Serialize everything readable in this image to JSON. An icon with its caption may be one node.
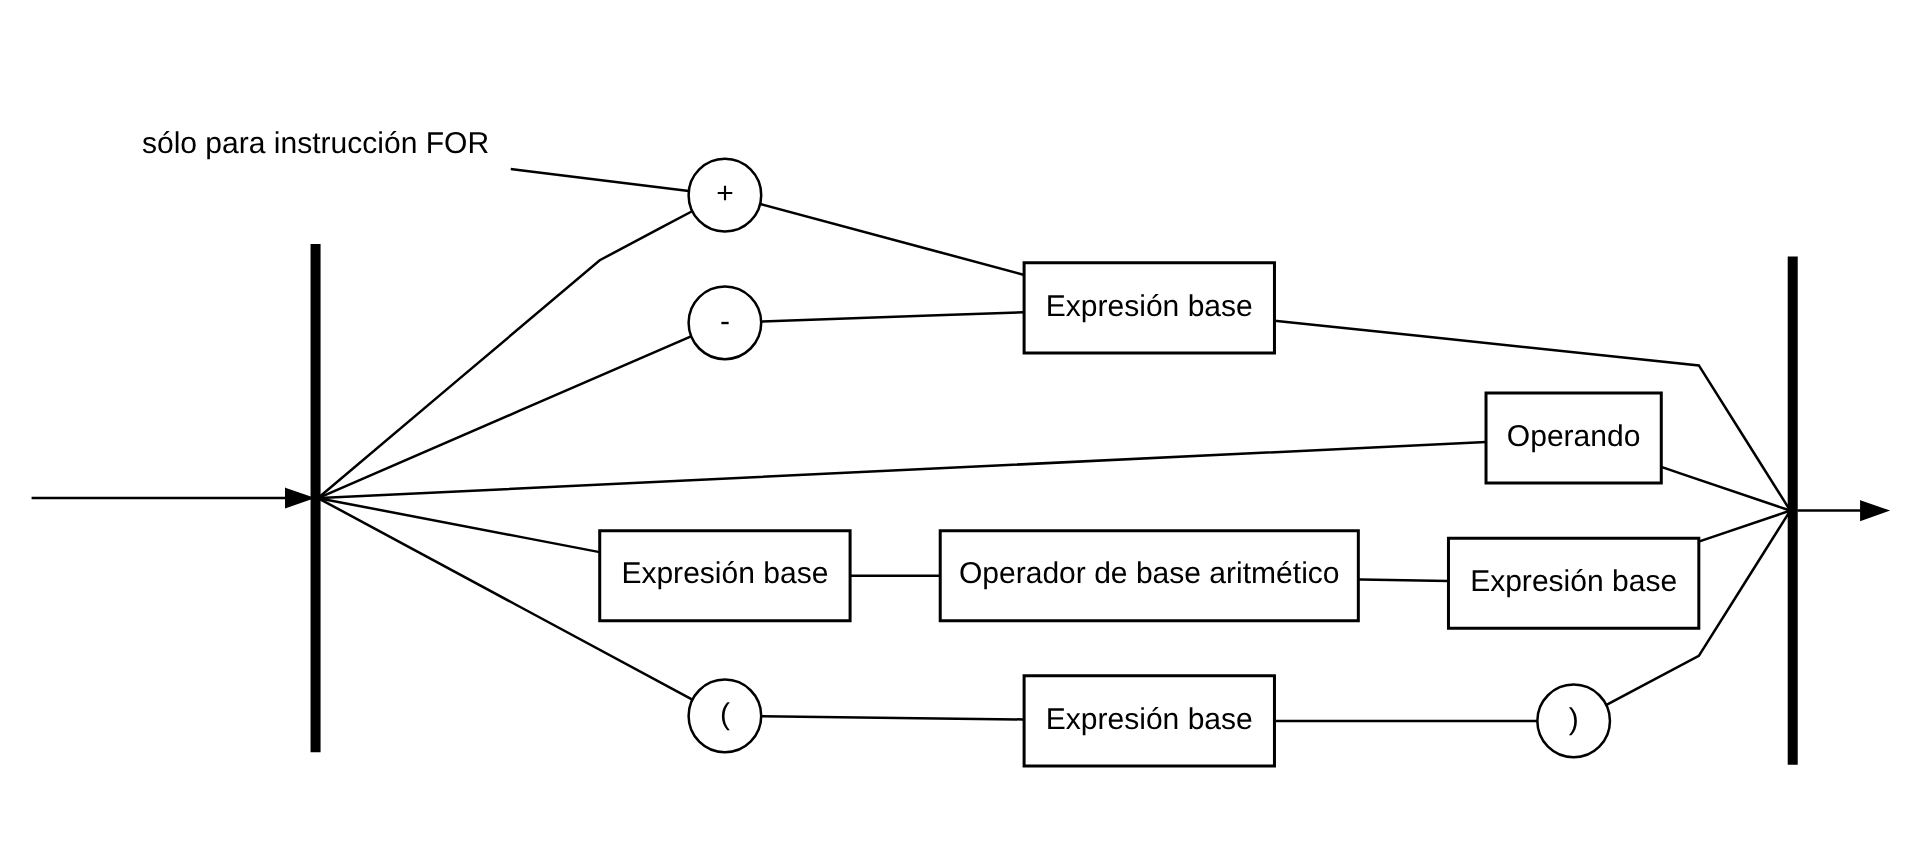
{
  "diagram": {
    "nodes": [
      {
        "text": [],
        "shape": "bar"
      },
      {
        "text": [
          "Operando"
        ]
      },
      {
        "text": [
          "Expresión base"
        ]
      },
      {
        "text": [
          "Operador de base aritmético"
        ]
      },
      {
        "text": [
          "Expresión base"
        ]
      },
      {
        "text": [
          "sólo para instrucción FOR"
        ]
      },
      {
        "text": [
          "+"
        ]
      },
      {
        "text": [
          "-"
        ]
      },
      {
        "text": [
          "Expresión base"
        ]
      },
      {
        "text": [
          "("
        ]
      },
      {
        "text": [
          "Expresión base"
        ]
      },
      {
        "text": [
          ")"
        ]
      },
      {
        "text": [],
        "shape": "bar"
      }
    ],
    "edges": [
      {
        "from": null,
        "to": 0,
        "arrow": "to"
      },
      {
        "from": 0,
        "to": 1,
        "arrow": "none"
      },
      {
        "from": 1,
        "to": 12,
        "arrow": "none"
      },
      {
        "from": 0,
        "to": 2,
        "arrow": "none"
      },
      {
        "from": 2,
        "to": 3,
        "arrow": "none"
      },
      {
        "from": 3,
        "to": 4,
        "arrow": "none"
      },
      {
        "from": 4,
        "to": 12,
        "arrow": "none"
      },
      {
        "from": 5,
        "to": 6,
        "arrow": "none"
      },
      {
        "from": 0,
        "to": 6,
        "arrow": "none"
      },
      {
        "from": 0,
        "to": 7,
        "arrow": "none"
      },
      {
        "from": 6,
        "to": 8,
        "arrow": "none"
      },
      {
        "from": 7,
        "to": 8,
        "arrow": "none"
      },
      {
        "from": 8,
        "to": 12,
        "arrow": "none"
      },
      {
        "from": 0,
        "to": 9,
        "arrow": "none"
      },
      {
        "from": 9,
        "to": 10,
        "arrow": "none"
      },
      {
        "from": 10,
        "to": 11,
        "arrow": "none"
      },
      {
        "from": 11,
        "to": 12,
        "arrow": "none"
      },
      {
        "from": 12,
        "to": null,
        "arrow": "to"
      }
    ]
  }
}
